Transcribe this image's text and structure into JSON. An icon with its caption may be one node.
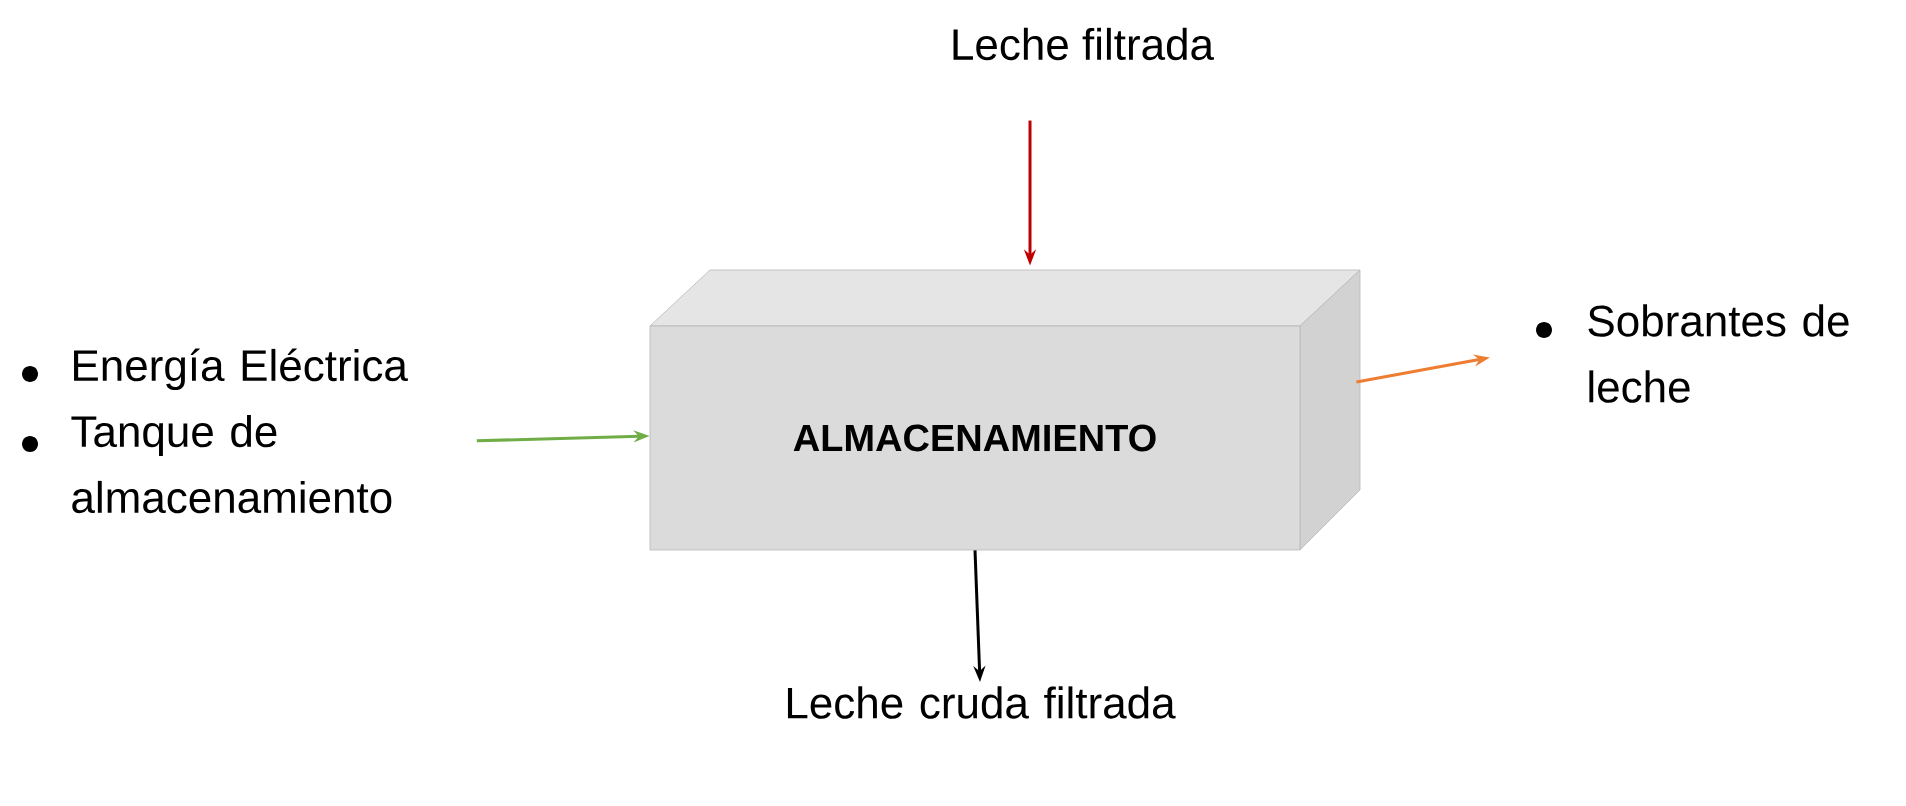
{
  "diagram": {
    "nodes": [
      {
        "text": [
          "Leche filtrada"
        ]
      },
      {
        "text": [
          "ALMACENAMIENTO"
        ]
      },
      {
        "text": [
          "Energía Eléctrica",
          "Tanque de almacenamiento"
        ]
      },
      {
        "text": [
          "Sobrantes de leche"
        ]
      },
      {
        "text": [
          "Leche cruda filtrada"
        ]
      }
    ],
    "edges": [
      {
        "from": 0,
        "to": 1,
        "arrow": "to",
        "color": "#c00000"
      },
      {
        "from": 2,
        "to": 1,
        "arrow": "to",
        "color": "#70ad47"
      },
      {
        "from": 1,
        "to": 3,
        "arrow": "to",
        "color": "#ed7d31"
      },
      {
        "from": 1,
        "to": 4,
        "arrow": "to",
        "color": "#000000"
      }
    ]
  }
}
